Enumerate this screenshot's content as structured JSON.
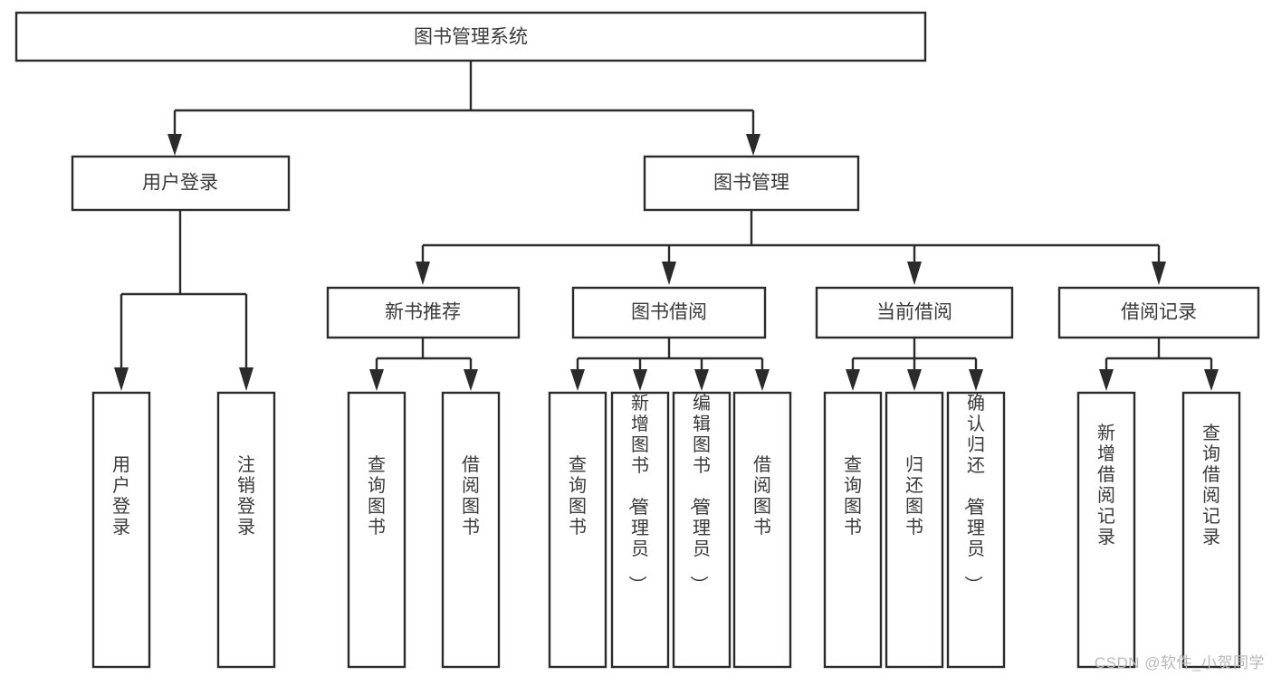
{
  "diagram": {
    "type": "hierarchy-tree",
    "title": "图书管理系统",
    "watermark": "CSDN @软件_小贺同学",
    "colors": {
      "stroke": "#2b2b2b",
      "box_fill": "#ffffff",
      "text": "#3a3a3a",
      "watermark": "#b9b9b9",
      "background": "#ffffff"
    },
    "levels": {
      "root": {
        "label": "图书管理系统"
      },
      "level2": [
        {
          "label": "用户登录"
        },
        {
          "label": "图书管理"
        }
      ],
      "level3": [
        {
          "label": "新书推荐"
        },
        {
          "label": "图书借阅"
        },
        {
          "label": "当前借阅"
        },
        {
          "label": "借阅记录"
        }
      ],
      "leaves": {
        "user_login": [
          {
            "label": "用户登录"
          },
          {
            "label": "注销登录"
          }
        ],
        "new_book_recommend": [
          {
            "label": "查询图书"
          },
          {
            "label": "借阅图书"
          }
        ],
        "book_borrow": [
          {
            "label": "查询图书"
          },
          {
            "label": "新增图书（管理员）"
          },
          {
            "label": "编辑图书（管理员）"
          },
          {
            "label": "借阅图书"
          }
        ],
        "current_borrow": [
          {
            "label": "查询图书"
          },
          {
            "label": "归还图书"
          },
          {
            "label": "确认归还（管理员）"
          }
        ],
        "borrow_records": [
          {
            "label": "新增借阅记录"
          },
          {
            "label": "查询借阅记录"
          }
        ]
      }
    }
  }
}
